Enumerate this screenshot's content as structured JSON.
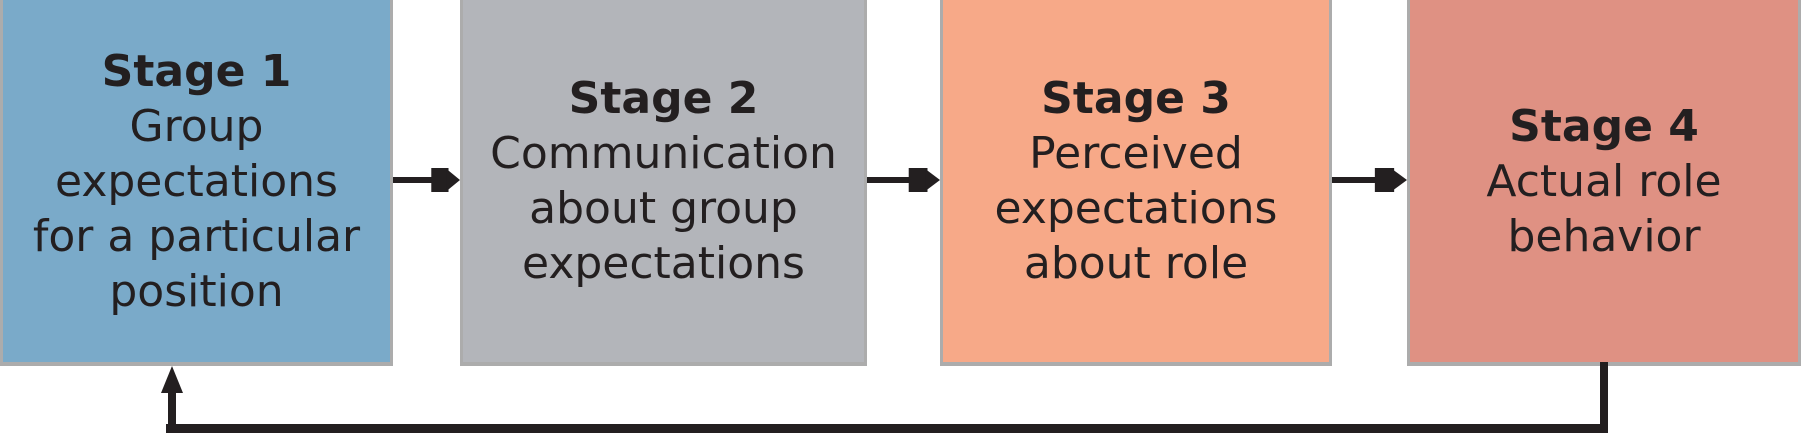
{
  "diagram": {
    "stages": [
      {
        "title": "Stage 1",
        "lines": [
          "Group",
          "expectations",
          "for a particular",
          "position"
        ],
        "color": "#7aaac9"
      },
      {
        "title": "Stage 2",
        "lines": [
          "Communication",
          "about group",
          "expectations"
        ],
        "color": "#b3b5ba"
      },
      {
        "title": "Stage 3",
        "lines": [
          "Perceived",
          "expectations",
          "about role"
        ],
        "color": "#f7a988"
      },
      {
        "title": "Stage 4",
        "lines": [
          "Actual role",
          "behavior"
        ],
        "color": "#df9183"
      }
    ],
    "connector_colors": {
      "arrow": "#231f20",
      "box_border": "#acacac"
    }
  }
}
